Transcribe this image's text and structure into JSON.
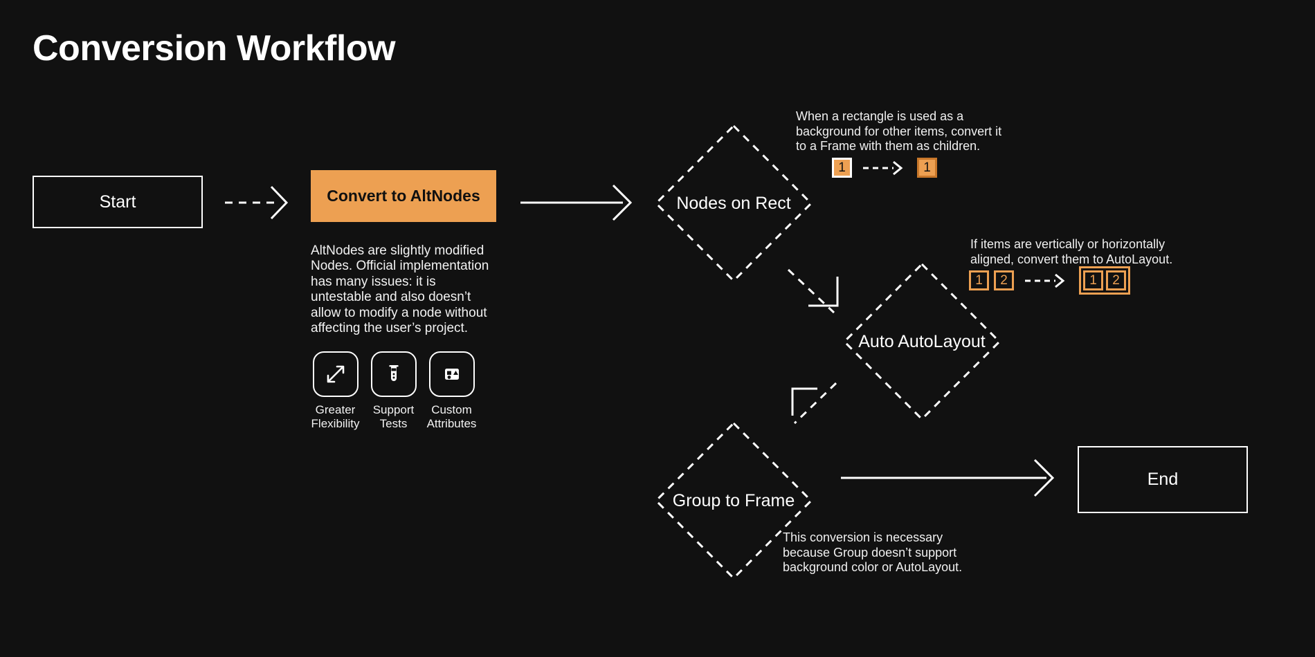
{
  "page": {
    "title": "Conversion Workflow",
    "background_color": "#111111",
    "accent_color": "#eda052",
    "text_color": "#ffffff"
  },
  "nodes": {
    "start": {
      "label": "Start",
      "shape": "rectangle"
    },
    "convert": {
      "label": "Convert to AltNodes",
      "shape": "rectangle",
      "fill": "#eda052"
    },
    "nodes_on_rect": {
      "label": "Nodes on Rect",
      "shape": "diamond"
    },
    "auto_autolayout": {
      "label": "Auto AutoLayout",
      "shape": "diamond"
    },
    "group_to_frame": {
      "label": "Group to Frame",
      "shape": "diamond"
    },
    "end": {
      "label": "End",
      "shape": "rectangle"
    }
  },
  "convert_description": "AltNodes are slightly modified Nodes. Official implementation has many issues: it is untestable and also doesn’t allow to modify a node without affecting the user’s project.",
  "features": [
    {
      "icon": "expand-arrows-icon",
      "label": "Greater\nFlexibility"
    },
    {
      "icon": "test-tube-icon",
      "label": "Support\nTests"
    },
    {
      "icon": "shapes-attributes-icon",
      "label": "Custom\nAttributes"
    }
  ],
  "annotations": {
    "nodes_on_rect": {
      "text": "When a rectangle is used as a background for other items, convert it to a Frame with them as children.",
      "before": [
        {
          "value": "1",
          "style": "filled-white-border"
        }
      ],
      "after": [
        {
          "value": "1",
          "style": "filled-orange-border"
        }
      ]
    },
    "auto_autolayout": {
      "text": "If items are vertically or horizontally aligned, convert them to AutoLayout.",
      "before": [
        {
          "value": "1",
          "style": "outline"
        },
        {
          "value": "2",
          "style": "outline"
        }
      ],
      "after": [
        {
          "value": "1",
          "style": "outline"
        },
        {
          "value": "2",
          "style": "outline"
        }
      ],
      "after_grouped": true
    },
    "group_to_frame": {
      "text": "This conversion is necessary because Group doesn’t support background color or AutoLayout."
    }
  },
  "edges": [
    {
      "from": "start",
      "to": "convert",
      "style": "dashed"
    },
    {
      "from": "convert",
      "to": "nodes_on_rect",
      "style": "solid"
    },
    {
      "from": "nodes_on_rect",
      "to": "auto_autolayout",
      "style": "dashed"
    },
    {
      "from": "auto_autolayout",
      "to": "group_to_frame",
      "style": "dashed"
    },
    {
      "from": "group_to_frame",
      "to": "end",
      "style": "solid"
    }
  ]
}
